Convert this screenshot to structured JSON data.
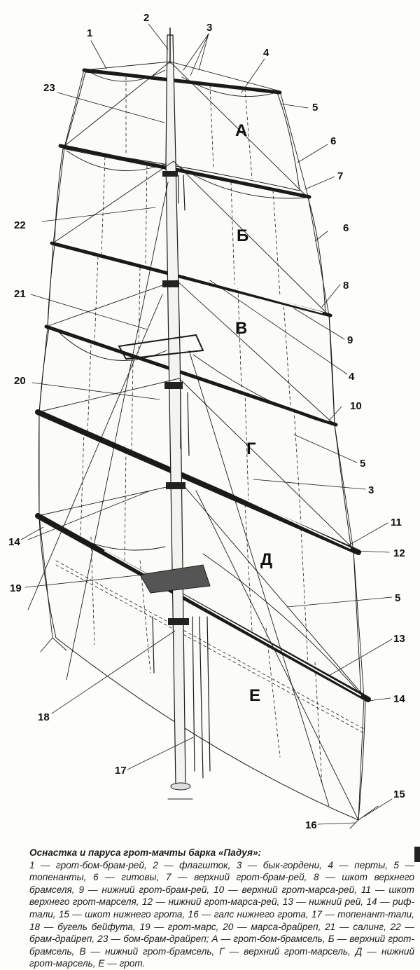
{
  "callouts": [
    "1",
    "2",
    "3",
    "4",
    "5",
    "6",
    "7",
    "8",
    "9",
    "10",
    "11",
    "12",
    "13",
    "14",
    "15",
    "16",
    "17",
    "18",
    "19",
    "20",
    "21",
    "22",
    "23",
    "3",
    "4",
    "5",
    "6",
    "5",
    "5",
    "14"
  ],
  "sails": [
    "А",
    "Б",
    "В",
    "Г",
    "Д",
    "Е"
  ],
  "caption": {
    "title": "Оснастка и паруса грот-мачты барка «Падуя»:",
    "body": "1 — грот-бом-брам-рей, 2 — флагшток, 3 — бык-гордени, 4 — перты, 5 — топенанты, 6 — гитовы, 7 — верхний грот-брам-рей, 8 — шкот верхнего брамселя, 9 — нижний грот-брам-рей, 10 — верхний грот-марса-рей, 11 — шкот верхнего грот-марселя, 12 — нижний грот-марса-рей, 13 — нижний рей, 14 — риф-тали, 15 — шкот нижнего грота, 16 — галс нижнего грота, 17 — топенант-тали, 18 — бугель бейфута, 19 — грот-марс, 20 — марса-драйреп, 21 — салинг, 22 — брам-драйреп, 23 — бом-брам-драйреп; А — грот-бом-брамсель, Б — верхний грот-брамсель, В — нижний грот-брамсель, Г — верхний грот-марсель, Д — нижний грот-марсель, Е — грот."
  },
  "colors": {
    "ink": "#1a1a1a",
    "paper": "#fdfdfb"
  }
}
